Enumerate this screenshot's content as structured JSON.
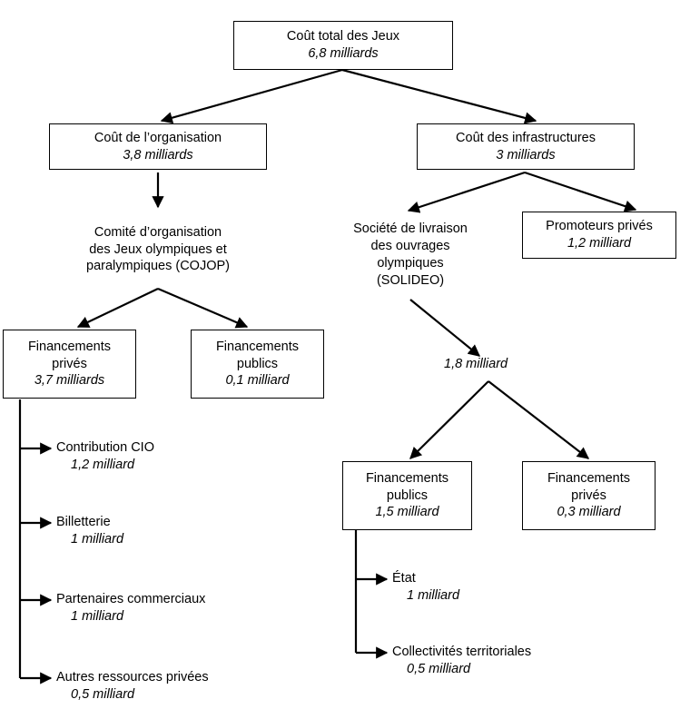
{
  "diagram": {
    "title": "Coût total des Jeux",
    "colors": {
      "line": "#000000",
      "text": "#000000",
      "background": "#ffffff"
    },
    "nodes": {
      "total": {
        "label": "Coût total des Jeux",
        "amount": "6,8 milliards"
      },
      "organisation": {
        "label": "Coût de l’organisation",
        "amount": "3,8 milliards"
      },
      "infrastructures": {
        "label": "Coût des infrastructures",
        "amount": "3 milliards"
      },
      "cojop": {
        "line1": "Comité d’organisation",
        "line2": "des Jeux olympiques et",
        "line3": "paralympiques (COJOP)"
      },
      "solideo": {
        "line1": "Société de livraison",
        "line2": "des ouvrages",
        "line3": "olympiques",
        "line4": "(SOLIDEO)"
      },
      "promoteurs_prives": {
        "label": "Promoteurs privés",
        "amount": "1,2 milliard"
      },
      "cojop_fin_prives": {
        "line1": "Financements",
        "line2": "privés",
        "amount": "3,7 milliards"
      },
      "cojop_fin_publics": {
        "line1": "Financements",
        "line2": "publics",
        "amount": "0,1 milliard"
      },
      "solideo_total": {
        "amount": "1,8 milliard"
      },
      "solideo_fin_publics": {
        "line1": "Financements",
        "line2": "publics",
        "amount": "1,5 milliard"
      },
      "solideo_fin_prives": {
        "line1": "Financements",
        "line2": "privés",
        "amount": "0,3 milliard"
      }
    },
    "cojop_private_sources": [
      {
        "label": "Contribution CIO",
        "amount": "1,2 milliard"
      },
      {
        "label": "Billetterie",
        "amount": "1 milliard"
      },
      {
        "label": "Partenaires commerciaux",
        "amount": "1 milliard"
      },
      {
        "label": "Autres ressources privées",
        "amount": "0,5 milliard"
      }
    ],
    "solideo_public_sources": [
      {
        "label": "État",
        "amount": "1 milliard"
      },
      {
        "label": "Collectivités territoriales",
        "amount": "0,5 milliard"
      }
    ]
  }
}
